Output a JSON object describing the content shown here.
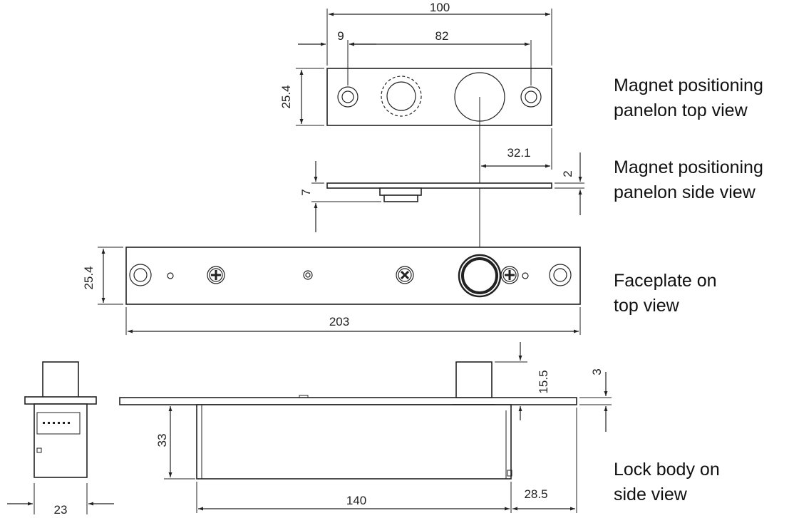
{
  "dimensions": {
    "top_overall_width": "100",
    "top_hole_offset": "9",
    "top_hole_spacing": "82",
    "top_panel_height": "25.4",
    "magnet_center_offset": "32.1",
    "side_panel_thickness": "2",
    "side_magnet_height": "7",
    "faceplate_height": "25.4",
    "faceplate_length": "203",
    "body_height": "33",
    "body_length": "140",
    "body_end_offset": "28.5",
    "bolt_height": "15.5",
    "plate_thickness": "3",
    "end_view_width": "23"
  },
  "captions": {
    "panel_top": [
      "Magnet positioning",
      "panelon top view"
    ],
    "panel_side": [
      "Magnet positioning",
      "panelon side view"
    ],
    "faceplate_top": [
      "Faceplate on",
      "top view"
    ],
    "lock_body_side": [
      "Lock body on",
      "side view"
    ]
  }
}
